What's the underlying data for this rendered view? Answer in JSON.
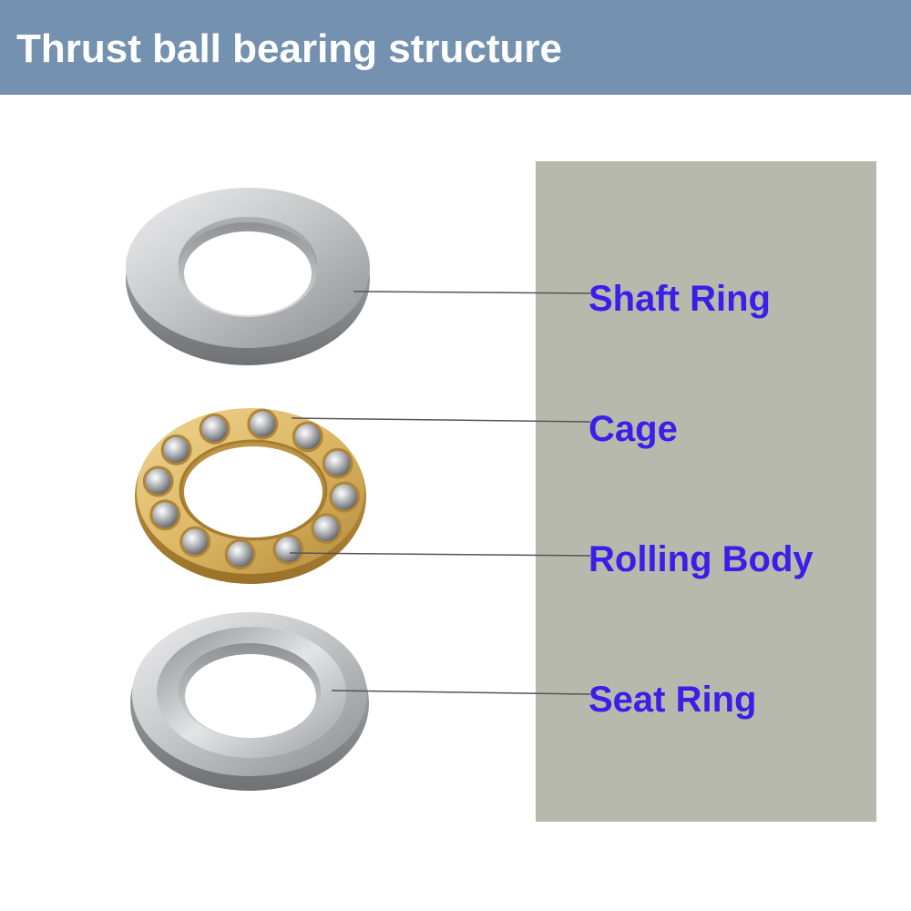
{
  "header": {
    "title": "Thrust ball bearing structure",
    "background_color": "#7591b0",
    "text_color": "#ffffff"
  },
  "label_panel": {
    "background_color": "#b7b9ad"
  },
  "parts": [
    {
      "id": "shaft-ring",
      "label": "Shaft Ring",
      "material": "steel"
    },
    {
      "id": "cage",
      "label": "Cage",
      "material": "brass"
    },
    {
      "id": "rolling-body",
      "label": "Rolling Body",
      "material": "steel-balls"
    },
    {
      "id": "seat-ring",
      "label": "Seat Ring",
      "material": "steel"
    }
  ],
  "colors": {
    "label_text": "#3b1ee8",
    "leader_line": "#555555",
    "steel": "#bfc1c4",
    "brass": "#d9b25e"
  }
}
